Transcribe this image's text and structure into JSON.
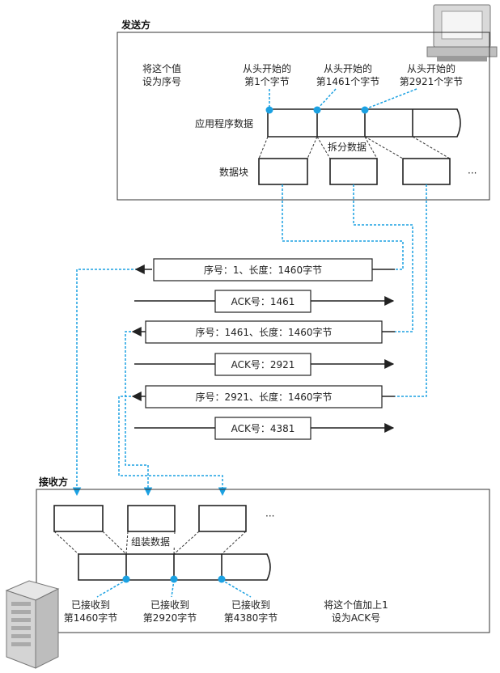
{
  "sender": {
    "title": "发送方",
    "note_line1": "将这个值",
    "note_line2": "设为序号",
    "pointers": [
      {
        "line1": "从头开始的",
        "line2": "第1个字节"
      },
      {
        "line1": "从头开始的",
        "line2": "第1461个字节"
      },
      {
        "line1": "从头开始的",
        "line2": "第2921个字节"
      }
    ],
    "app_data_label": "应用程序数据",
    "split_label": "拆分数据",
    "block_label": "数据块",
    "ellipsis": "···"
  },
  "messages": {
    "seg1": "序号：1、长度：1460字节",
    "ack1": "ACK号：1461",
    "seg2": "序号：1461、长度：1460字节",
    "ack2": "ACK号：2921",
    "seg3": "序号：2921、长度：1460字节",
    "ack3": "ACK号：4381"
  },
  "receiver": {
    "title": "接收方",
    "assemble_label": "组装数据",
    "ellipsis": "···",
    "received": [
      {
        "line1": "已接收到",
        "line2": "第1460字节"
      },
      {
        "line1": "已接收到",
        "line2": "第2920字节"
      },
      {
        "line1": "已接收到",
        "line2": "第4380字节"
      }
    ],
    "note_line1": "将这个值加上1",
    "note_line2": "设为ACK号"
  },
  "colors": {
    "accent": "#1ba1e2",
    "frame": "#333333"
  }
}
